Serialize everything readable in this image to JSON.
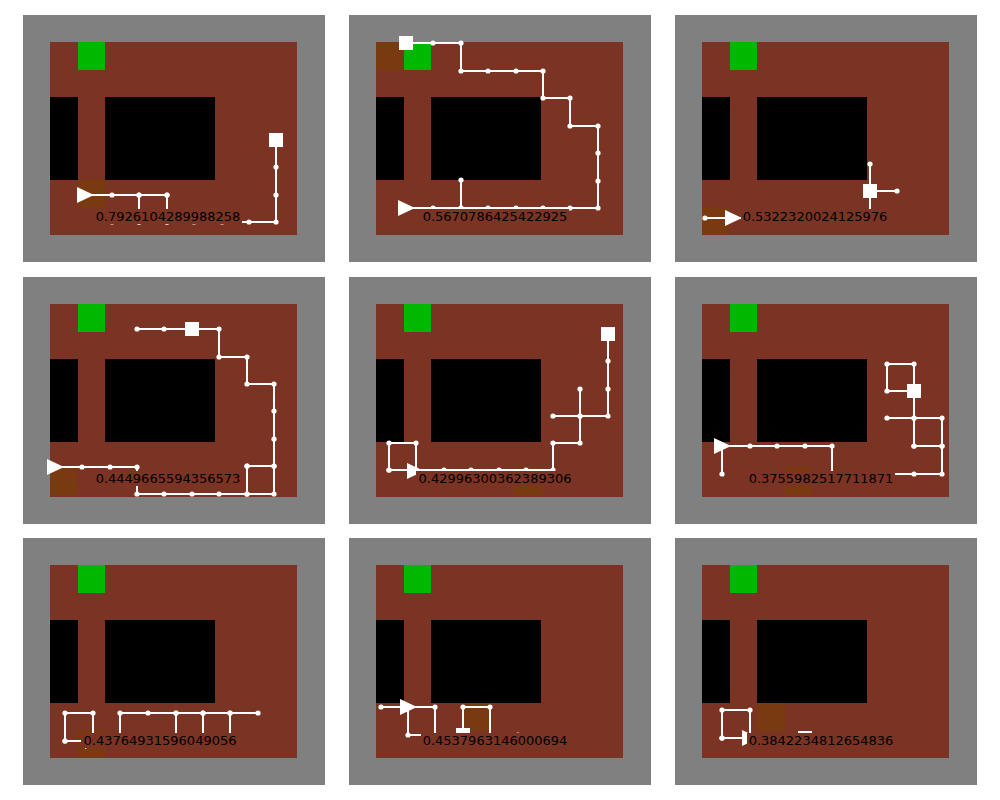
{
  "diagram": {
    "labels": [
      "0.7926104289988258",
      "0.5670786425422925",
      "0.5322320024125976",
      "0.4449665594356573",
      "0.42996300362389306",
      "0.3755982517711871",
      "0.43764931596049056",
      "0.4537963146000694",
      "0.3842234812654836"
    ]
  }
}
